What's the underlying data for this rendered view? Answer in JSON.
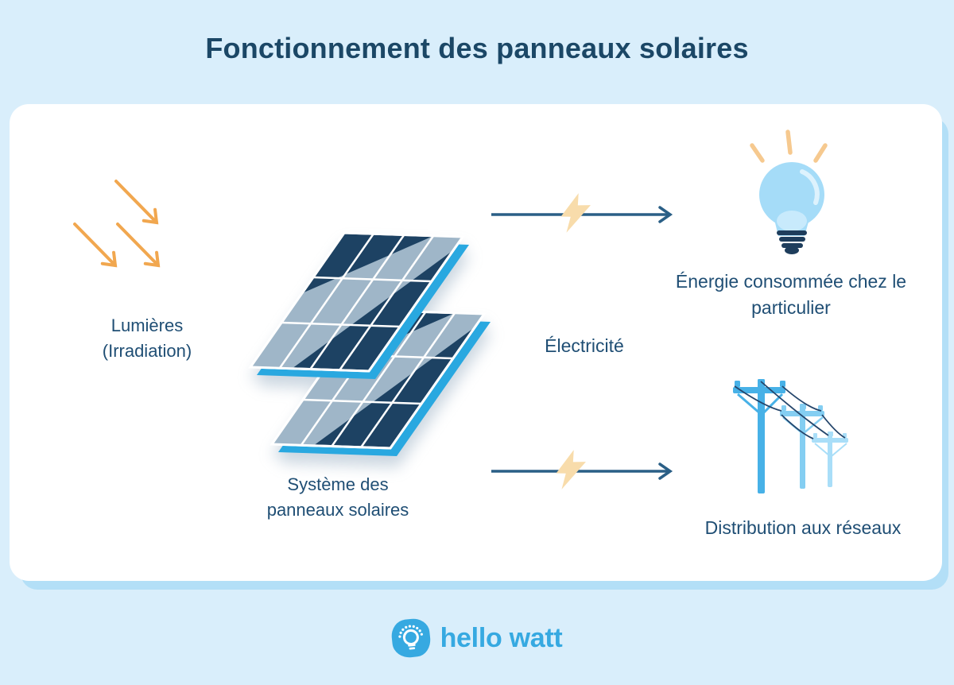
{
  "title": "Fonctionnement des panneaux solaires",
  "diagram": {
    "input": {
      "line1": "Lumières",
      "line2": "(Irradiation)"
    },
    "system": {
      "line1": "Système des",
      "line2": "panneaux solaires"
    },
    "electricity": "Électricité",
    "consumption": {
      "line1": "Énergie consommée chez le",
      "line2": "particulier"
    },
    "distribution": "Distribution aux réseaux"
  },
  "footer": {
    "brand": "hello watt"
  },
  "icons": {
    "sun_rays": "three diagonal orange arrows (irradiation)",
    "solar_panels": "two tilted solar panel modules",
    "lightning_bolt": "electricity bolt on flow arrow",
    "flow_arrow": "right arrow",
    "light_bulb": "lit light bulb",
    "power_lines": "three utility poles with sagging wires",
    "brand_logo": "white bulb in blue rounded square"
  },
  "colors": {
    "background": "#d9eefb",
    "card": "#ffffff",
    "card_shadow": "#b3dff7",
    "heading_text": "#1b4766",
    "label_text": "#1f4e74",
    "sun_arrow_orange": "#f1a74f",
    "bolt_peach": "#f8dcab",
    "flow_arrow_navy": "#2a5f86",
    "panel_dark": "#1d4263",
    "panel_highlight": "#9fb6c8",
    "panel_edge_blue": "#29a8e0",
    "bulb_blue": "#a5dcf8",
    "bulb_base_navy": "#1e3d5c",
    "bulb_ray_peach": "#f6c98f",
    "pole_near": "#47b1e7",
    "pole_mid": "#84cef2",
    "pole_far": "#a9def8",
    "wire_navy": "#24456b",
    "brand_blue": "#36a9e1"
  }
}
